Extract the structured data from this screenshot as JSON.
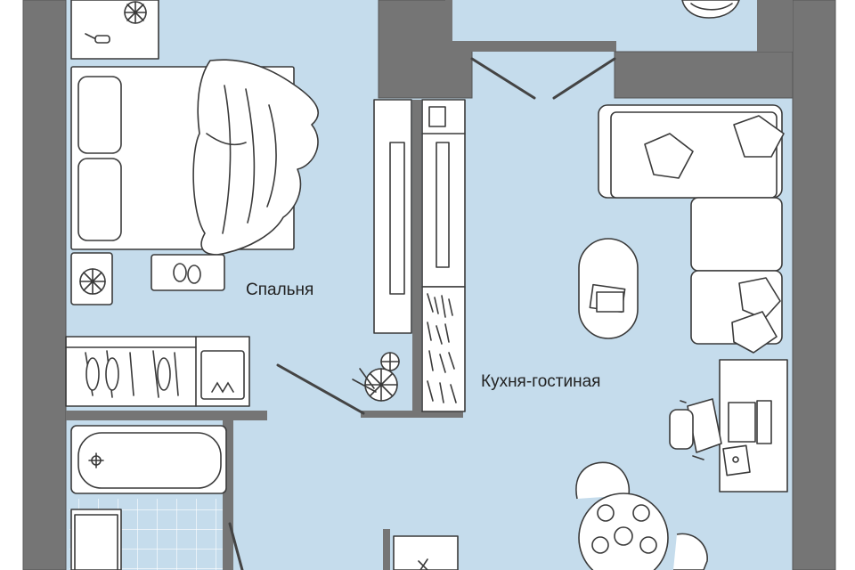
{
  "floor_plan": {
    "rooms": [
      {
        "key": "bedroom",
        "label": "Спальня"
      },
      {
        "key": "kitchen_living",
        "label": "Кухня-гостиная"
      }
    ],
    "colors": {
      "floor": "#c5dcec",
      "wall": "#757575",
      "wall_stroke": "#555555",
      "furniture": "#ffffff",
      "outline": "#3a3a3a",
      "tile_grid": "#ffffff"
    }
  }
}
